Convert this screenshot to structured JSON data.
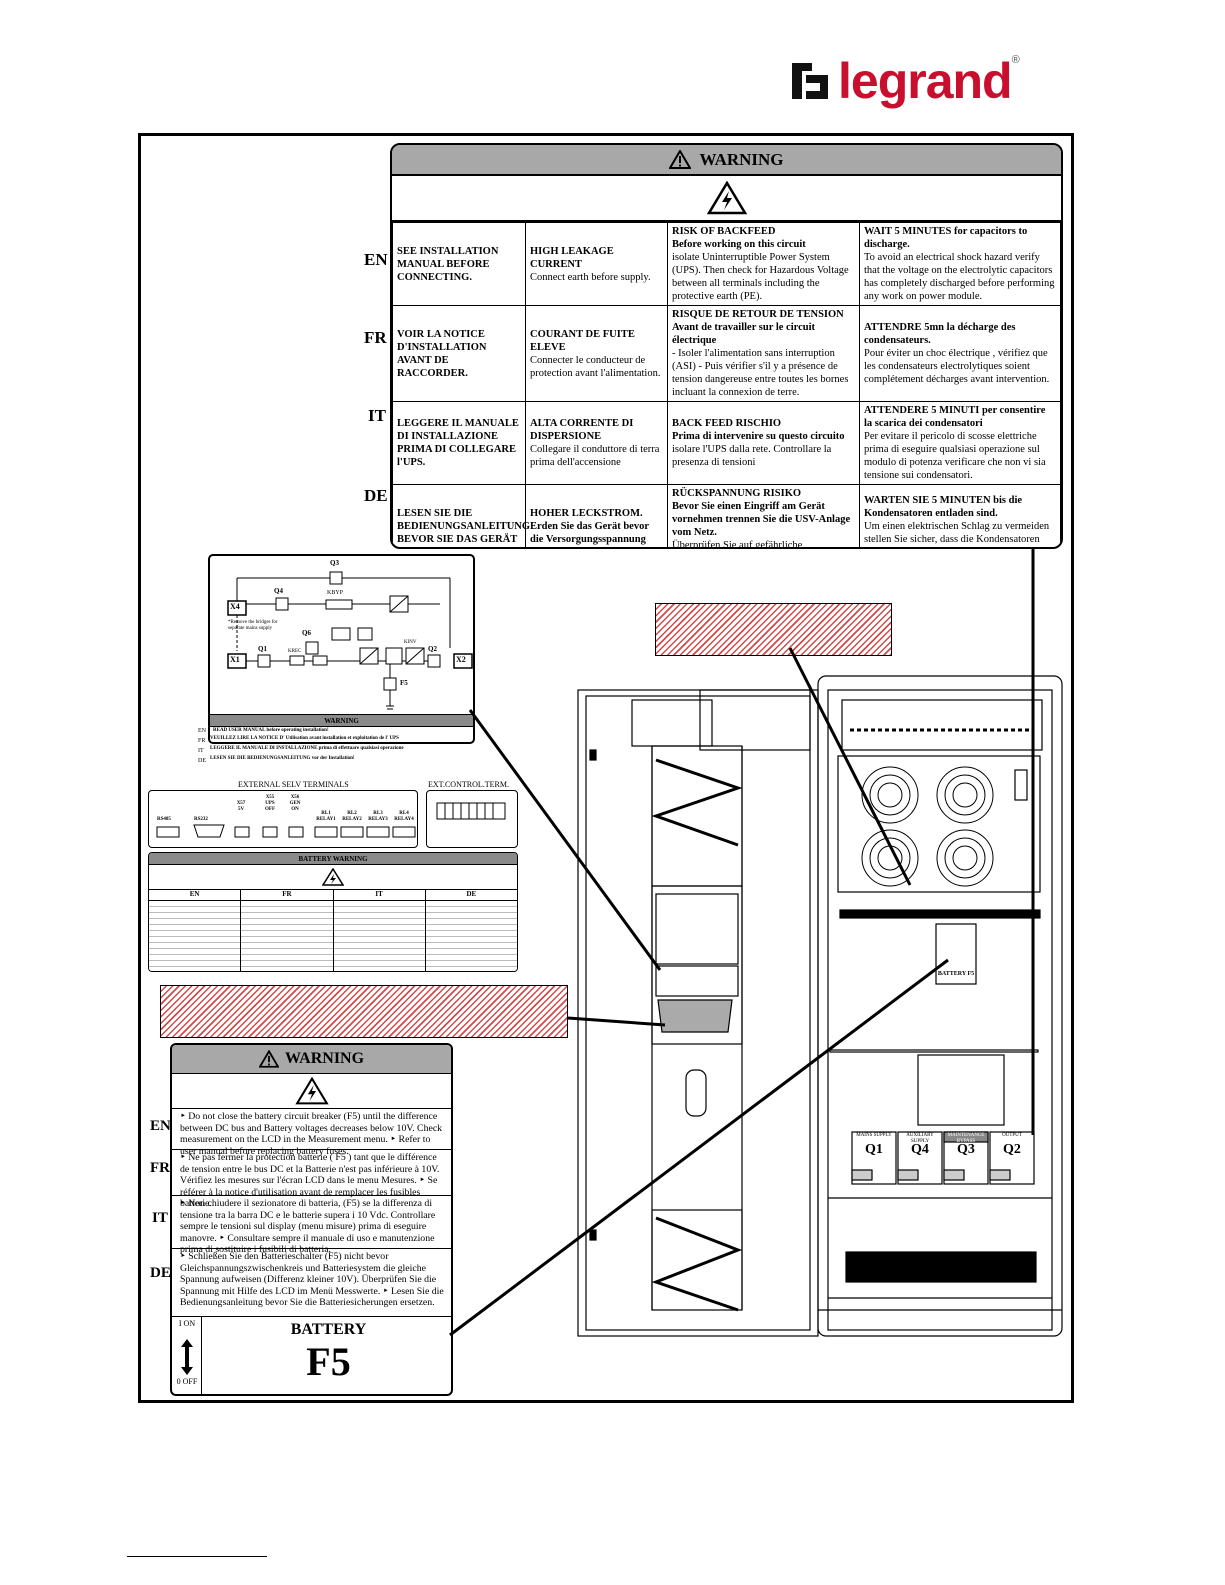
{
  "brand": {
    "name": "legrand",
    "reg": "®",
    "color": "#c8102e"
  },
  "main_warning": {
    "title": "WARNING",
    "rows": [
      {
        "lang": "EN",
        "c1": "SEE INSTALLATION MANUAL BEFORE CONNECTING.",
        "c2_title": "HIGH LEAKAGE CURRENT",
        "c2_body": "Connect earth before supply.",
        "c3_title": "RISK OF BACKFEED",
        "c3_sub": "Before working on this circuit",
        "c3_body": "isolate Uninterruptible Power System (UPS). Then check for Hazardous Voltage between all terminals including the protective earth (PE).",
        "c4_title": "WAIT 5 MINUTES for capacitors to discharge.",
        "c4_body": "To avoid an electrical shock hazard verify that the voltage on the electrolytic capacitors has completely discharged before performing any work on power module."
      },
      {
        "lang": "FR",
        "c1": "VOIR LA NOTICE D'INSTALLATION AVANT DE RACCORDER.",
        "c2_title": "COURANT DE FUITE ELEVE",
        "c2_body": "Connecter le conducteur de protection avant l'alimentation.",
        "c3_title": "RISQUE DE RETOUR DE TENSION",
        "c3_sub": "Avant de travailler sur le circuit électrique",
        "c3_body": "- Isoler l'alimentation sans interruption (ASI) - Puis vérifier s'il y a présence de tension dangereuse entre toutes les bornes incluant la connexion de terre.",
        "c4_title": "ATTENDRE 5mn la décharge des condensateurs.",
        "c4_body": "Pour éviter un choc électrique , vérifiez que les condensateurs electrolytiques soient complétement décharges avant intervention."
      },
      {
        "lang": "IT",
        "c1": "LEGGERE IL MANUALE DI INSTALLAZIONE PRIMA DI COLLEGARE l'UPS.",
        "c2_title": "ALTA CORRENTE DI DISPERSIONE",
        "c2_body": "Collegare il conduttore di terra prima dell'accensione",
        "c3_title": "BACK FEED RISCHIO",
        "c3_sub": "Prima di intervenire su questo circuito",
        "c3_body": "isolare l'UPS dalla rete. Controllare la presenza di tensioni",
        "c4_title": "ATTENDERE 5 MINUTI per consentire la scarica dei condensatori",
        "c4_body": "Per evitare il pericolo di scosse elettriche prima di eseguire qualsiasi operazione sul modulo di potenza verificare che non vi sia tensione sui condensatori."
      },
      {
        "lang": "DE",
        "c1": "LESEN SIE DIE BEDIENUNGSANLEITUNG BEVOR SIE DAS GERÄT ANSCHLIEBEN.",
        "c2_title": "HOHER LECKSTROM.",
        "c2_body": "Erden Sie das Gerät bevor die Versorgungsspannung zugeschaltet wird.",
        "c3_title": "RÜCKSPANNUNG RISIKO",
        "c3_sub": "Bevor Sie einen Eingriff am Gerät vornehmen trennen Sie die USV-Anlage vom Netz.",
        "c3_body": "Überprüfen Sie auf gefährliche Spannungen zwischen den Anschlüssen und der Schutzerde (PE).",
        "c4_title": "WARTEN SIE 5 MINUTEN bis die Kondensatoren entladen sind.",
        "c4_body": "Um einen elektrischen Schlag zu vermeiden stellen Sie sicher, dass die Kondensatoren komplett entladen sind bevor Sie an der Leistungselektronik arbeiten."
      }
    ]
  },
  "diagram": {
    "labels": {
      "q3": "Q3",
      "q4": "Q4",
      "kbyp": "KBYP",
      "x4": "X4",
      "q6": "Q6",
      "q1": "Q1",
      "krec": "KREC",
      "kinv": "KINV",
      "q2": "Q2",
      "x1": "X1",
      "x2": "X2",
      "f5": "F5",
      "note": "*Remove the bridges for separate mains supply"
    },
    "warning_title": "WARNING",
    "warning_rows": [
      {
        "lang": "EN",
        "text": "READ USER MANUAL before operating installation!"
      },
      {
        "lang": "FR",
        "text": "VEUILLEZ LIRE LA NOTICE D' Utilisation avant installation et exploitation de l' UPS"
      },
      {
        "lang": "IT",
        "text": "LEGGERE IL MANUALE DI INSTALLAZIONE prima di effettuare qualsiasi operazione"
      },
      {
        "lang": "DE",
        "text": "LESEN SIE DIE BEDIENUNGSANLEITUNG vor der Installation!"
      }
    ],
    "ext_selv_title": "EXTERNAL SELV TERMINALS",
    "ext_ctrl_title": "EXT.CONTROL.TERM.",
    "terminals": [
      "RS485",
      "RS232",
      "X57 5V",
      "X55 UPS OFF",
      "X56 GEN ON",
      "RL1 RELAY1",
      "RL2 RELAY2",
      "RL3 RELAY3",
      "RL4 RELAY4"
    ],
    "battery_warning_title": "BATTERY WARNING",
    "battery_cols": [
      "EN",
      "FR",
      "IT",
      "DE"
    ]
  },
  "battery_warning": {
    "title": "WARNING",
    "rows": [
      {
        "lang": "EN",
        "text": "‣ Do not close the battery circuit breaker (F5) until the difference between DC bus and Battery voltages decreases below 10V. Check measurement on the LCD in the Measurement menu. ‣ Refer to user manual before replacing battery fuses."
      },
      {
        "lang": "FR",
        "text": "‣ Ne pas fermer la protection batterie ( F5 ) tant que le différence de tension entre le bus DC et la Batterie n'est pas inférieure à 10V. Vérifiez les mesures sur l'écran LCD dans le menu Mesures. ‣ Se référer à la notice d'utilisation avant de remplacer les fusibles batterie."
      },
      {
        "lang": "IT",
        "text": "‣ Non chiudere il sezionatore di batteria, (F5) se la differenza di tensione tra la barra DC e le batterie supera i 10 Vdc. Controllare sempre le tensioni sul display (menu misure) prima di eseguire manovre. ‣ Consultare sempre il manuale di uso e manutenzione prima di sostituire i fusibili di batteria."
      },
      {
        "lang": "DE",
        "text": "‣ Schließen Sie den Batterieschalter (F5) nicht bevor Gleichspannungszwischenkreis und Batteriesystem die gleiche Spannung aufweisen (Differenz kleiner 10V). Überprüfen Sie die Spannung mit Hilfe des LCD im Menü Messwerte. ‣ Lesen Sie die Bedienungsanleitung bevor Sie die Batteriesicherungen ersetzen."
      }
    ],
    "switch_on": "I ON",
    "switch_off": "0 OFF",
    "battery_label": "BATTERY",
    "fuse_label": "F5"
  },
  "cabinet": {
    "breakers": [
      {
        "label": "MAINS SUPPLY",
        "id": "Q1"
      },
      {
        "label": "AUXILIARY SUPPLY",
        "id": "Q4"
      },
      {
        "label": "MAINTENANCE BYPASS",
        "id": "Q3"
      },
      {
        "label": "OUTPUT",
        "id": "Q2"
      }
    ],
    "fuse_label": "BATTERY F5"
  }
}
